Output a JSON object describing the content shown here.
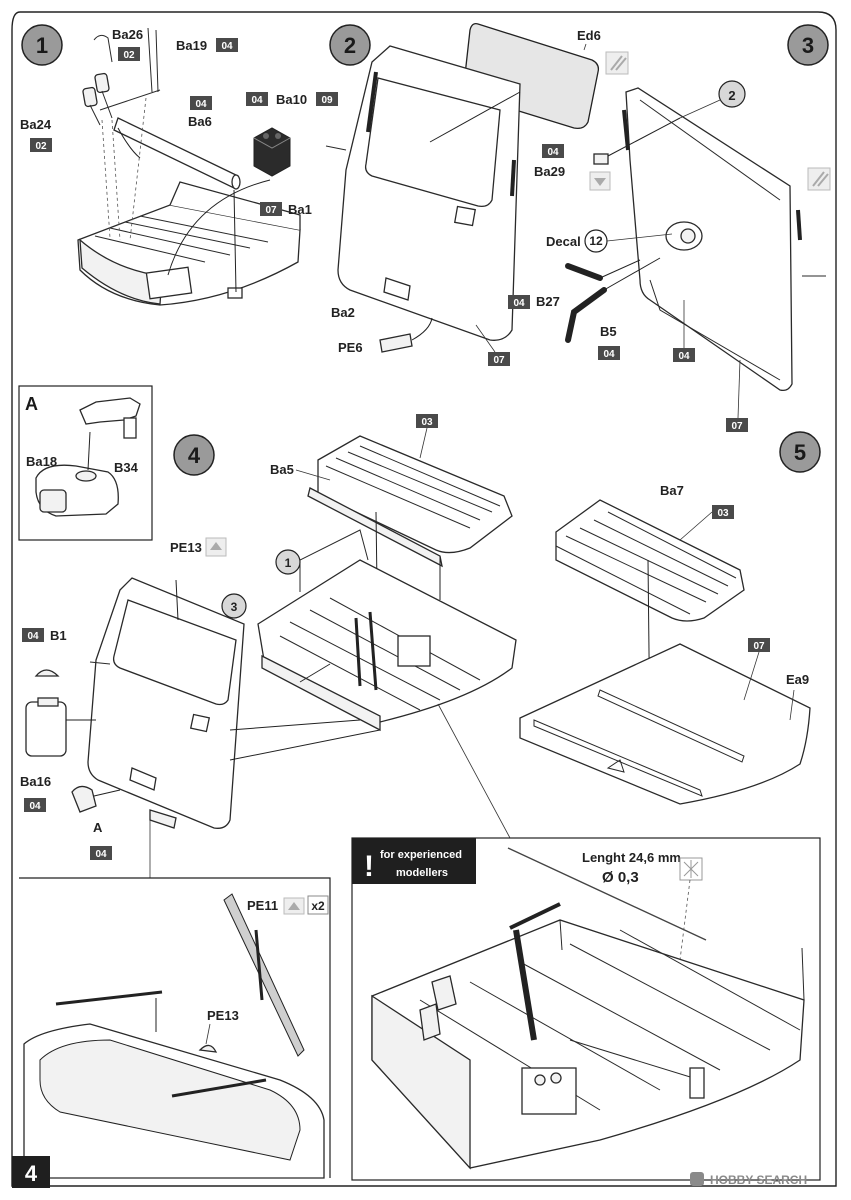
{
  "page_number": "4",
  "steps": [
    "1",
    "2",
    "3",
    "4",
    "5"
  ],
  "callouts": {
    "ref_1": "1",
    "ref_2": "2",
    "ref_3": "3",
    "decal_num": "12"
  },
  "detail_a": {
    "title": "A"
  },
  "labels": {
    "ba26": "Ba26",
    "ba19": "Ba19",
    "ba24": "Ba24",
    "ba6": "Ba6",
    "ba10": "Ba10",
    "ba1": "Ba1",
    "ed6": "Ed6",
    "ba2": "Ba2",
    "pe6": "PE6",
    "ba29": "Ba29",
    "decal": "Decal",
    "b27": "B27",
    "b5": "B5",
    "ba18": "Ba18",
    "b34": "B34",
    "ba5": "Ba5",
    "pe13_a": "PE13",
    "b1": "B1",
    "ba16": "Ba16",
    "a": "A",
    "ba7": "Ba7",
    "ea9": "Ea9",
    "pe11": "PE11",
    "pe13_b": "PE13",
    "x2": "x2"
  },
  "colour_codes": {
    "c_ba19": "04",
    "c_ba26": "02",
    "c_ba24": "02",
    "c_ba6": "04",
    "c_ba10a": "04",
    "c_ba10b": "09",
    "c_ba1": "07",
    "c_ba29": "04",
    "c_b27": "04",
    "c_b5": "04",
    "c_step3_body": "04",
    "c_ba2": "07",
    "c_step3_panel": "07",
    "c_ba5": "03",
    "c_b1": "04",
    "c_ba16": "04",
    "c_a": "04",
    "c_ba7": "03",
    "c_ea9": "07"
  },
  "experienced": {
    "badge": "!",
    "line1": "for experienced",
    "line2": "modellers",
    "length": "Lenght 24,6 mm",
    "diameter": "Ø 0,3"
  },
  "watermark": "HOBBY SEARCH",
  "colors": {
    "chip": "#4a4a4a",
    "step_circle": "#9a9a9a",
    "ink": "#222222"
  }
}
